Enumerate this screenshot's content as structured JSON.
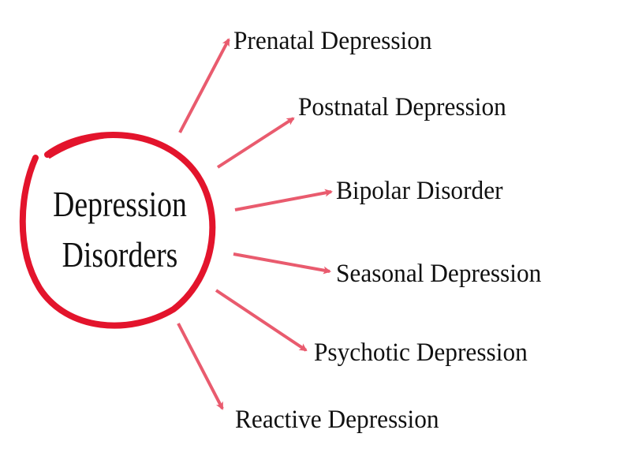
{
  "center": {
    "line1": "Depression",
    "line2": "Disorders"
  },
  "branches": [
    {
      "label": "Prenatal Depression"
    },
    {
      "label": "Postnatal Depression"
    },
    {
      "label": "Bipolar Disorder"
    },
    {
      "label": "Seasonal Depression"
    },
    {
      "label": "Psychotic Depression"
    },
    {
      "label": "Reactive Depression"
    }
  ],
  "colors": {
    "circle": "#e3142c",
    "arrow": "#e95b6e",
    "text": "#111111"
  }
}
